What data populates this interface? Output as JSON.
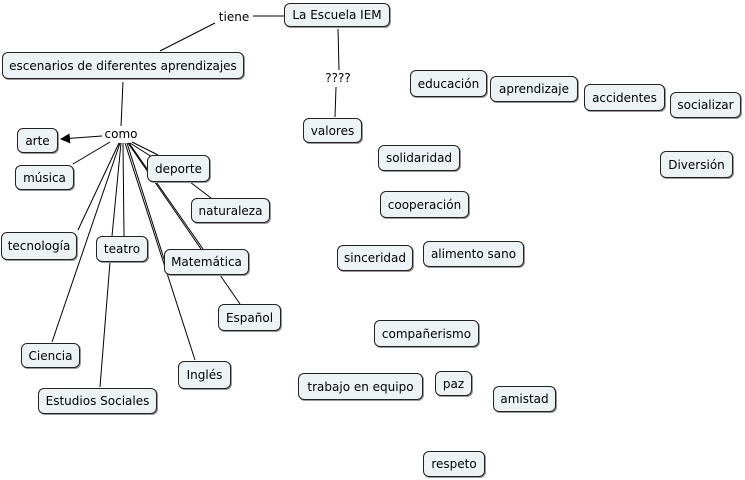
{
  "concepts": {
    "escuela": "La Escuela IEM",
    "escenarios": "escenarios de diferentes aprendizajes",
    "valores": "valores",
    "arte": "arte",
    "musica": "música",
    "deporte": "deporte",
    "naturaleza": "naturaleza",
    "tecnologia": "tecnología",
    "teatro": "teatro",
    "matematica": "Matemática",
    "espanol": "Español",
    "ciencia": "Ciencia",
    "ingles": "Inglés",
    "estudios": "Estudios Sociales",
    "educacion": "educación",
    "aprendizaje": "aprendizaje",
    "accidentes": "accidentes",
    "socializar": "socializar",
    "solidaridad": "solidaridad",
    "diversion": "Diversión",
    "cooperacion": "cooperación",
    "sinceridad": "sinceridad",
    "alimento": "alimento sano",
    "companerismo": "compañerismo",
    "trabajo": "trabajo en equipo",
    "paz": "paz",
    "amistad": "amistad",
    "respeto": "respeto"
  },
  "linking_phrases": {
    "tiene": "tiene",
    "unknown": "????",
    "como": "como"
  }
}
